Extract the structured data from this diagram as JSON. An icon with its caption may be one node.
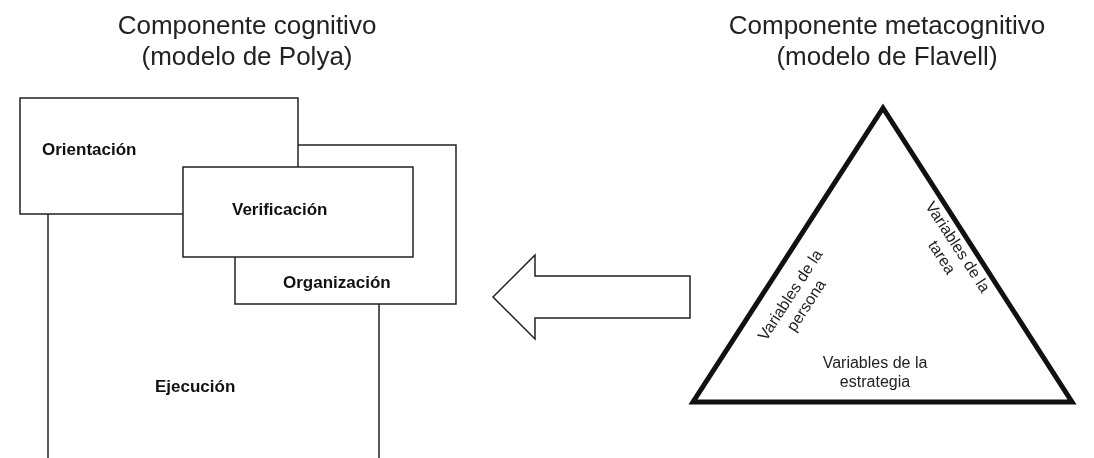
{
  "diagram": {
    "nodes": [
      {
        "text": [
          "Orientación"
        ]
      },
      {
        "text": [
          "Verificación"
        ]
      },
      {
        "text": [
          "Organización"
        ]
      },
      {
        "text": [
          "Ejecución"
        ]
      },
      {
        "text": [
          "Variables de la persona",
          "Variables de la tarea",
          "Variables de la estrategia"
        ]
      }
    ],
    "edges": [
      {
        "from": 4,
        "to": 2,
        "arrow": "to"
      }
    ],
    "labels": [
      "Componente cognitivo (modelo de Polya)",
      "Componente metacognitivo (modelo de Flavell)"
    ]
  }
}
